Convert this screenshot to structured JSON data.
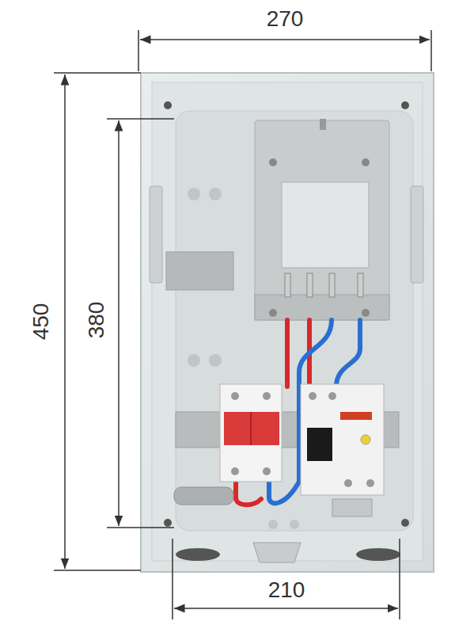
{
  "diagram": {
    "labels": [
      "270",
      "450",
      "380",
      "210"
    ]
  }
}
